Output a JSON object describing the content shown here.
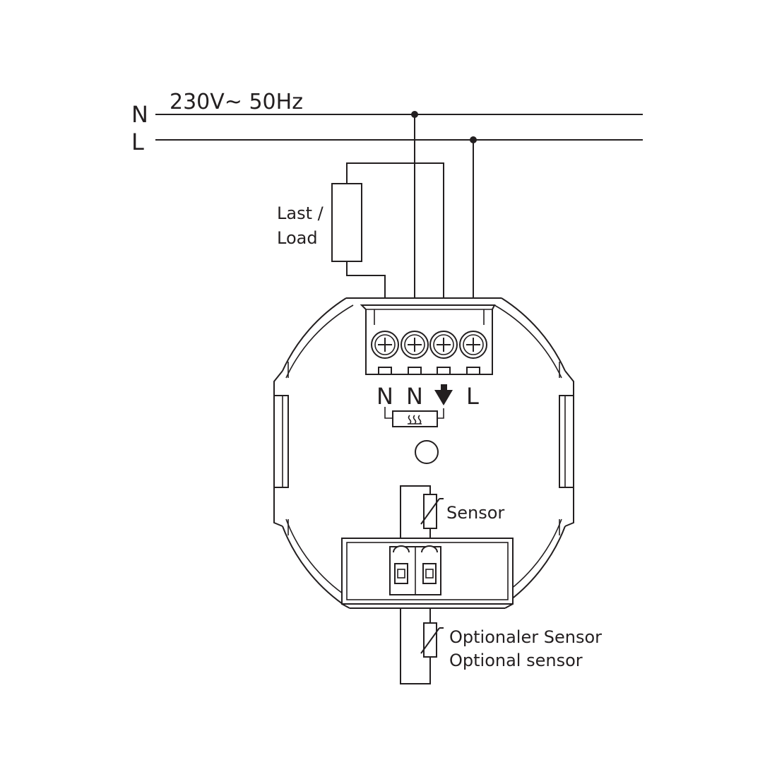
{
  "supply": {
    "label": "230V~ 50Hz",
    "neutral": "N",
    "line": "L"
  },
  "load": {
    "label_line1": "Last /",
    "label_line2": "Load"
  },
  "terminals": {
    "t1": "N",
    "t2": "N",
    "t3_icon": "arrow-down-icon",
    "t4": "L"
  },
  "sensor": {
    "label": "Sensor"
  },
  "optional_sensor": {
    "label_de": "Optionaler Sensor",
    "label_en": "Optional sensor"
  },
  "colors": {
    "line": "#231f20",
    "background": "#ffffff"
  }
}
